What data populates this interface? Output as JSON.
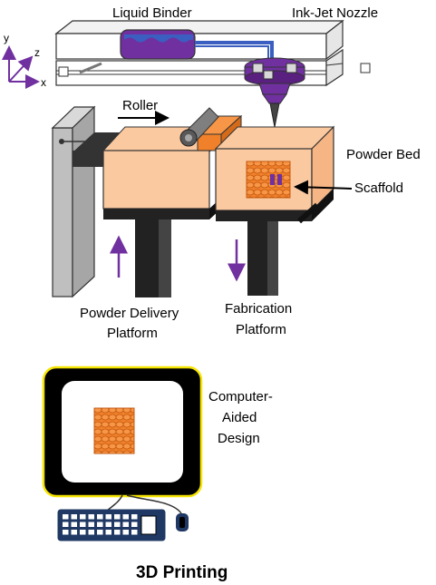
{
  "labels": {
    "liquid_binder": "Liquid Binder",
    "inkjet_nozzle": "Ink-Jet Nozzle",
    "roller": "Roller",
    "powder_bed": "Powder Bed",
    "scaffold": "Scaffold",
    "powder_delivery_line1": "Powder Delivery",
    "powder_delivery_line2": "Platform",
    "fabrication_line1": "Fabrication",
    "fabrication_line2": "Platform",
    "cad_line1": "Computer-",
    "cad_line2": "Aided",
    "cad_line3": "Design",
    "title": "3D Printing"
  },
  "axes": {
    "y": "y",
    "z": "z",
    "x": "x"
  },
  "colors": {
    "powder": "#fbc9a0",
    "powder_dark": "#f5b585",
    "purple": "#7030a0",
    "scaffold_orange": "#f0802a",
    "binder_blue": "#3a5fc0",
    "gray": "#bfbfbf",
    "black": "#222222",
    "monitor_border": "#f5e400"
  }
}
